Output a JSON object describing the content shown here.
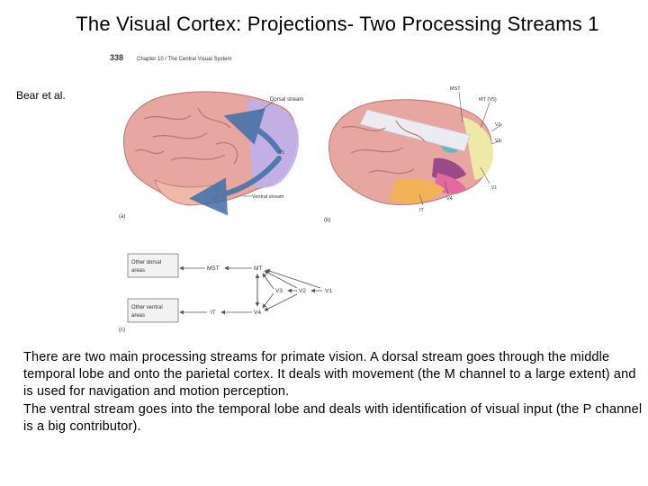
{
  "slide": {
    "title": "The Visual Cortex: Projections- Two Processing Streams 1",
    "credit": "Bear et al.",
    "paragraphs": [
      "There are two main processing streams for primate vision. A dorsal stream goes through the middle temporal lobe and onto the parietal cortex. It deals with movement (the M channel to a large extent) and is used for navigation and motion perception.",
      "The ventral stream goes into the temporal lobe and deals with identification of visual input (the P channel is a big contributor)."
    ]
  },
  "figure": {
    "page_number": "338",
    "chapter_heading": "Chapter 10 / The Central Visual System",
    "panel_a": {
      "letter": "(a)",
      "dorsal_label": "Dorsal stream",
      "v1_label": "V1",
      "ventral_label": "Ventral stream"
    },
    "panel_b": {
      "letter": "(b)",
      "mst": "MST",
      "mt": "MT (V5)",
      "v1": "V1",
      "v2": "V2",
      "v3": "V3",
      "v4": "V4",
      "it": "IT"
    },
    "panel_c": {
      "letter": "(c)",
      "box_dorsal": [
        "Other dorsal",
        "areas"
      ],
      "box_ventral": [
        "Other ventral",
        "areas"
      ],
      "mst": "MST",
      "mt": "MT",
      "it": "IT",
      "v4": "V4",
      "v3": "V3",
      "v2": "V2",
      "v1": "V1"
    }
  }
}
